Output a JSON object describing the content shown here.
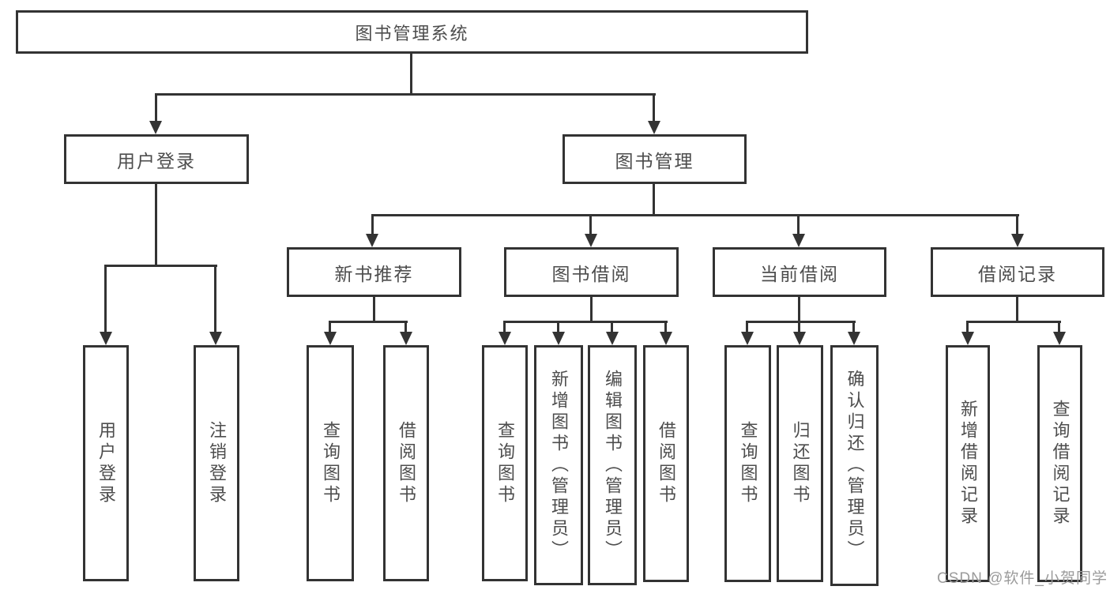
{
  "tree": {
    "root": {
      "label": "图书管理系统"
    },
    "branches": [
      {
        "label": "用户登录",
        "children": [
          {
            "label": "用户登录"
          },
          {
            "label": "注销登录"
          }
        ]
      },
      {
        "label": "图书管理",
        "children": [
          {
            "label": "新书推荐",
            "children": [
              {
                "label": "查询图书"
              },
              {
                "label": "借阅图书"
              }
            ]
          },
          {
            "label": "图书借阅",
            "children": [
              {
                "label": "查询图书"
              },
              {
                "label": "新增图书（管理员）"
              },
              {
                "label": "编辑图书（管理员）"
              },
              {
                "label": "借阅图书"
              }
            ]
          },
          {
            "label": "当前借阅",
            "children": [
              {
                "label": "查询图书"
              },
              {
                "label": "归还图书"
              },
              {
                "label": "确认归还（管理员）"
              }
            ]
          },
          {
            "label": "借阅记录",
            "children": [
              {
                "label": "新增借阅记录"
              },
              {
                "label": "查询借阅记录"
              }
            ]
          }
        ]
      }
    ]
  },
  "watermark": {
    "text": "CSDN @软件_小贺同学",
    "color": "#9b9b9b"
  },
  "colors": {
    "line": "#333333",
    "text": "#4d4d4d",
    "background": "#ffffff"
  }
}
